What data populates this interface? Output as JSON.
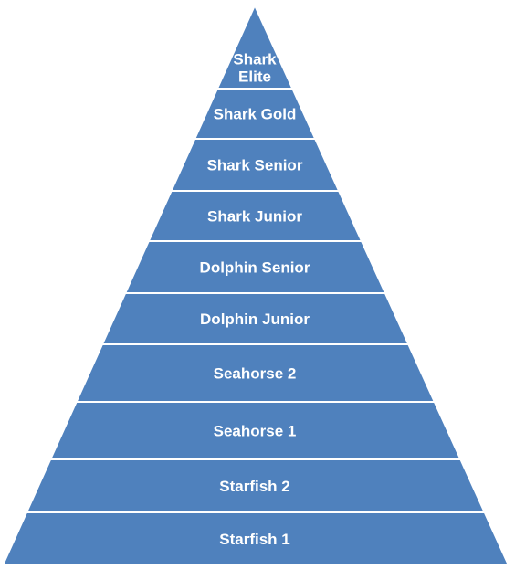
{
  "diagram": {
    "type": "pyramid",
    "colors": {
      "fill": "#4f81bd",
      "separator": "#ffffff",
      "text": "#ffffff"
    },
    "levels_top_to_bottom": [
      {
        "label": "Shark Elite",
        "lines": [
          "Shark",
          "Elite"
        ]
      },
      {
        "label": "Shark Gold",
        "lines": [
          "Shark Gold"
        ]
      },
      {
        "label": "Shark Senior",
        "lines": [
          "Shark Senior"
        ]
      },
      {
        "label": "Shark Junior",
        "lines": [
          "Shark Junior"
        ]
      },
      {
        "label": "Dolphin Senior",
        "lines": [
          "Dolphin Senior"
        ]
      },
      {
        "label": "Dolphin Junior",
        "lines": [
          "Dolphin Junior"
        ]
      },
      {
        "label": "Seahorse 2",
        "lines": [
          "Seahorse 2"
        ]
      },
      {
        "label": "Seahorse 1",
        "lines": [
          "Seahorse 1"
        ]
      },
      {
        "label": "Starfish 2",
        "lines": [
          "Starfish 2"
        ]
      },
      {
        "label": "Starfish 1",
        "lines": [
          "Starfish 1"
        ]
      }
    ]
  }
}
